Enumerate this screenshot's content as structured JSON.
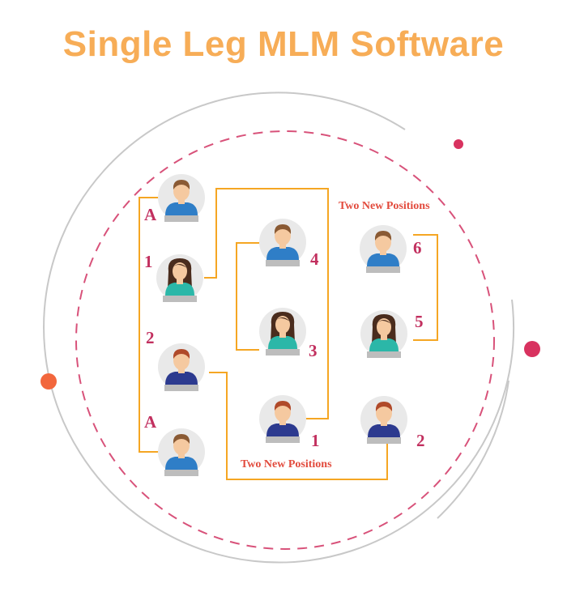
{
  "title": "Single Leg MLM Software",
  "left_labels": [
    "A",
    "1",
    "2",
    "A"
  ],
  "middle_labels": [
    "4",
    "3",
    "1"
  ],
  "right_labels": [
    "6",
    "5",
    "2"
  ],
  "positions_top": "Two New Positions",
  "positions_bottom": "Two New Positions",
  "colors": {
    "title": "#f7ad57",
    "connector": "#f5a623",
    "number": "#c2305f",
    "positions_text": "#e24a3c",
    "circle_gray": "#c8c8c8",
    "circle_dash": "#d8527a",
    "dot_pink": "#d8325f",
    "dot_orange": "#f2663c",
    "shirt_blue": "#2f7ec7",
    "shirt_teal": "#2bb7a8",
    "shirt_navy": "#2c3a8f",
    "skin": "#f5c9a0",
    "hair_brown": "#8a5a34",
    "hair_dark": "#4a2c1d",
    "hair_red": "#b04a2a"
  },
  "avatars": [
    {
      "column": "left",
      "type": "man",
      "shirt": "blue"
    },
    {
      "column": "left",
      "type": "woman",
      "shirt": "teal"
    },
    {
      "column": "left",
      "type": "man",
      "shirt": "navy"
    },
    {
      "column": "left",
      "type": "man",
      "shirt": "blue"
    },
    {
      "column": "middle",
      "type": "man",
      "shirt": "blue"
    },
    {
      "column": "middle",
      "type": "woman",
      "shirt": "teal"
    },
    {
      "column": "middle",
      "type": "man",
      "shirt": "navy"
    },
    {
      "column": "right",
      "type": "man",
      "shirt": "blue"
    },
    {
      "column": "right",
      "type": "woman",
      "shirt": "teal"
    },
    {
      "column": "right",
      "type": "man",
      "shirt": "navy"
    }
  ]
}
